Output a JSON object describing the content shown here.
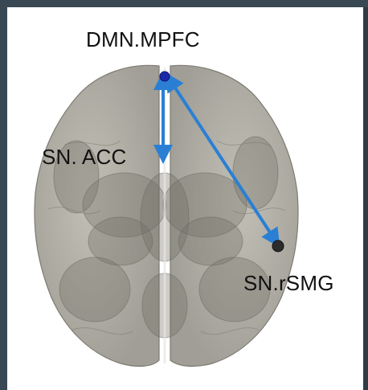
{
  "labels": {
    "dmn_mpfc": "DMN.MPFC",
    "sn_acc": "SN. ACC",
    "sn_rsmg": "SN.rSMG"
  },
  "colors": {
    "background": "#2f3c46",
    "panel": "#ffffff",
    "brain_fill": "#9c9a8f",
    "connection_arrow": "#2a7fd4",
    "node_mpfc": "#1c2aa8",
    "node_rsmg": "#2b2b2b"
  },
  "nodes": [
    "DMN.MPFC",
    "SN. ACC",
    "SN.rSMG"
  ],
  "connections": [
    {
      "from": "DMN.MPFC",
      "to": "SN. ACC",
      "direction": "bidirectional"
    },
    {
      "from": "DMN.MPFC",
      "to": "SN.rSMG",
      "direction": "bidirectional"
    }
  ]
}
